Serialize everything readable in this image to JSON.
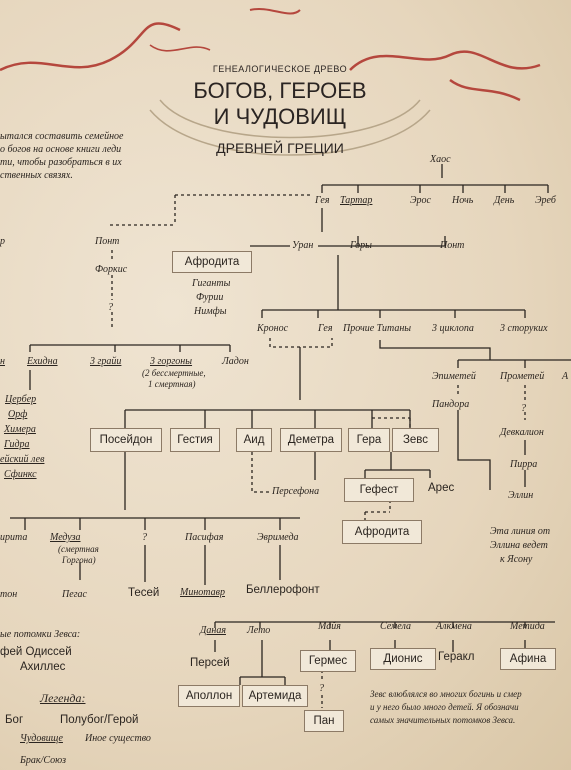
{
  "header": {
    "kicker": "ГЕНЕАЛОГИЧЕСКОЕ ДРЕВО",
    "title_line1": "БОГОВ, ГЕРОЕВ",
    "title_line2": "И ЧУДОВИЩ",
    "subtitle": "ДРЕВНЕЙ ГРЕЦИИ"
  },
  "intro": [
    "ытался составить семейное",
    "о богов на основе книги леди",
    "ти, чтобы разобраться в их",
    "ственных связях."
  ],
  "top": {
    "chaos": "Хаос",
    "gaia": "Гея",
    "tartarus": "Тартар",
    "eros": "Эрос",
    "nyx": "Ночь",
    "hemera": "День",
    "erebus": "Эреб"
  },
  "second": {
    "uranus": "Уран",
    "mountains": "Горы",
    "pontus": "Понт",
    "pontus_left": "Понт",
    "left_cut": "р",
    "phorcys": "Форкис",
    "question": "?",
    "aphrodite": "Афродита",
    "giants": "Гиганты",
    "furies": "Фурии",
    "nymphs": "Нимфы"
  },
  "third": {
    "kronos": "Кронос",
    "gaia2": "Гея",
    "titans": "Прочие Титаны",
    "cyclopes": "3 циклопа",
    "hundred": "3 сторуких",
    "epimetheus": "Эпиметей",
    "prometheus": "Прометей",
    "right_cut": "А",
    "pandora": "Пандора",
    "deucalion": "Девкалион",
    "pyrrha": "Пирра",
    "hellen": "Эллин",
    "q2": "?"
  },
  "monsters": {
    "n_cut": "н",
    "echidna": "Ехидна",
    "graeae": "3 грайи",
    "gorgons": "3 горгоны",
    "gorgons_note1": "(2 бессмертные,",
    "gorgons_note2": "1 смертная)",
    "ladon": "Ладон",
    "list": [
      "Цербер",
      "Орф",
      "Химера",
      "Гидра",
      "ейский лев",
      "Сфинкс"
    ]
  },
  "olympians": {
    "poseidon": "Посейдон",
    "hestia": "Гестия",
    "hades": "Аид",
    "demeter": "Деметра",
    "hera": "Гера",
    "zeus": "Зевс",
    "persephone": "Персефона",
    "hephaestus": "Гефест",
    "ares": "Арес",
    "aphrodite2": "Афродита"
  },
  "heroes": {
    "amphitrite_cut": "ирита",
    "medusa": "Медуза",
    "medusa_note1": "(смертная",
    "medusa_note2": "Горгона)",
    "pegasus": "Пегас",
    "q3": "?",
    "theseus": "Тесей",
    "pasiphae": "Пасифая",
    "minotaur": "Минотавр",
    "eurymede": "Эвримеда",
    "bellerophon": "Беллерофонт",
    "triton_cut": "тон",
    "hellen_note1": "Эта линия от",
    "hellen_note2": "Эллина ведет",
    "hellen_note3": "к Ясону"
  },
  "zeus_line": {
    "left_note": "ые потомки Зевса:",
    "descendants1": "фей   Одиссей",
    "descendants2": "Ахиллес",
    "danae": "Даная",
    "leto": "Лето",
    "maia": "Майя",
    "semele": "Семела",
    "alcmene": "Алкмена",
    "metis": "Метида",
    "perseus": "Персей",
    "apollo": "Аполлон",
    "artemis": "Артемида",
    "hermes": "Гермес",
    "q4": "?",
    "pan": "Пан",
    "dionysus": "Дионис",
    "heracles": "Геракл",
    "athena": "Афина",
    "note1": "Зевс влюблялся во многих богинь и смер",
    "note2": "и у него было много детей. Я обозначи",
    "note3": "самых значительных потомков Зевса."
  },
  "legend": {
    "title": "Легенда:",
    "god": "Бог",
    "demigod": "Полубог/Герой",
    "monster": "Чудовище",
    "creature": "Иное существо",
    "marriage": "Брак/Союз"
  },
  "colors": {
    "paper": "#e9dcc6",
    "ink": "#2b2520",
    "ribbon": "#b5473d",
    "box_border": "#8c7a66"
  }
}
